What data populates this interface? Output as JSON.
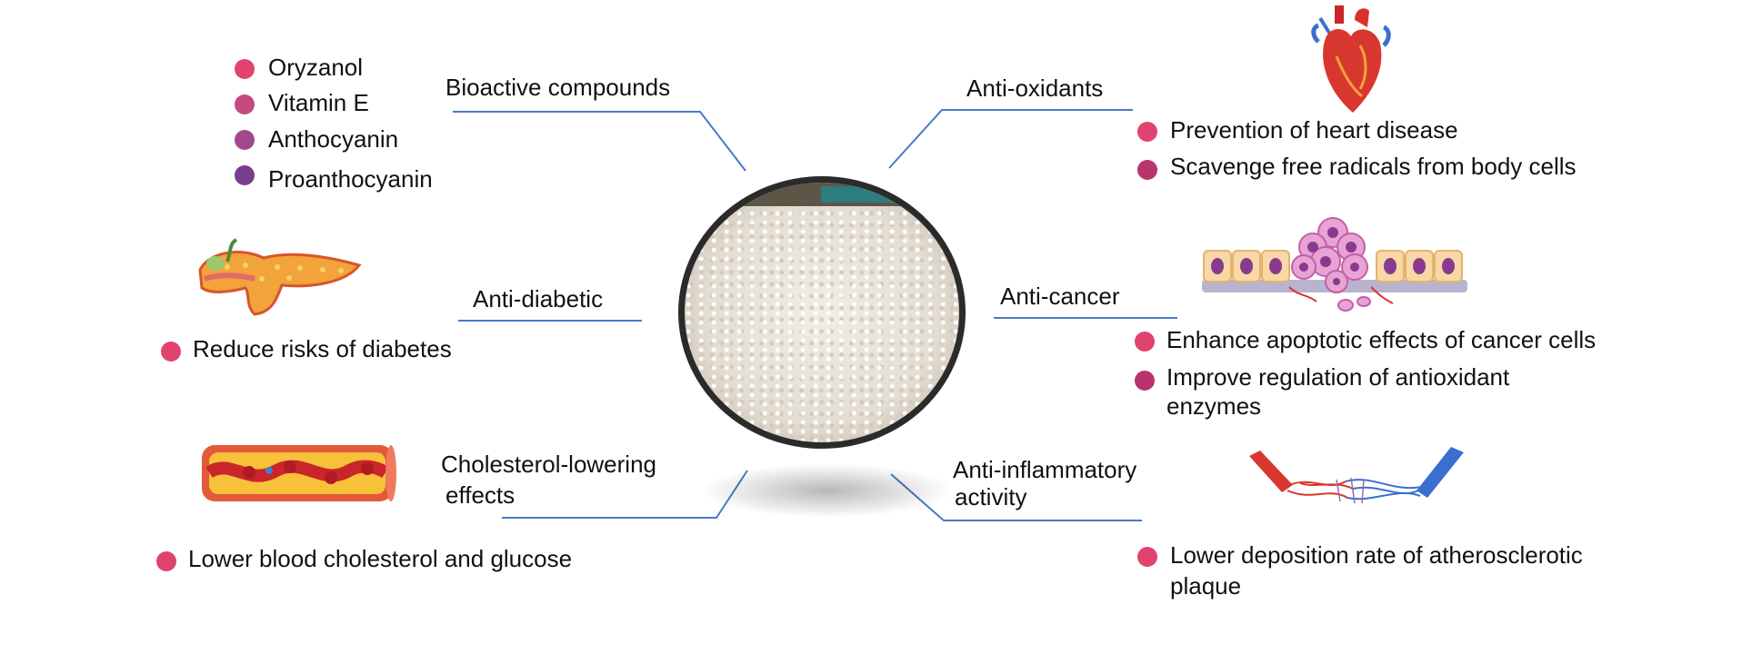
{
  "center": {
    "image": "rice-grains-photo"
  },
  "colors": {
    "connector": "#4a78c8",
    "dot_pink": "#e0446e",
    "dot_rose": "#c44a80",
    "dot_magenta": "#a2498e",
    "dot_purple": "#7a3c8e",
    "dot_berry": "#b8356c"
  },
  "bioactive": {
    "title": "Bioactive compounds",
    "items": [
      "Oryzanol",
      "Vitamin E",
      "Anthocyanin",
      "Proanthocyanin"
    ]
  },
  "anti_diabetic": {
    "title": "Anti-diabetic",
    "items": [
      "Reduce risks of diabetes"
    ],
    "icon": "pancreas-icon"
  },
  "cholesterol": {
    "title_line1": "Cholesterol-lowering",
    "title_line2": "effects",
    "items": [
      "Lower blood cholesterol and glucose"
    ],
    "icon": "blood-vessel-icon"
  },
  "anti_oxidants": {
    "title": "Anti-oxidants",
    "items": [
      "Prevention of heart disease",
      "Scavenge free radicals from body cells"
    ],
    "icon": "heart-icon"
  },
  "anti_cancer": {
    "title": "Anti-cancer",
    "items": [
      "Enhance apoptotic effects of cancer cells"
    ],
    "item2_line1": "Improve regulation of antioxidant",
    "item2_line2": "enzymes",
    "icon": "cancer-cells-icon"
  },
  "anti_inflammatory": {
    "title_line1": "Anti-inflammatory",
    "title_line2": "activity",
    "item_line1": "Lower deposition rate of atherosclerotic",
    "item_line2": "plaque",
    "icon": "capillaries-icon"
  }
}
